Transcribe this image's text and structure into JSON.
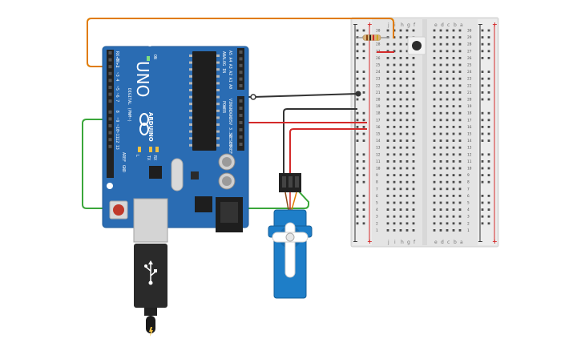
{
  "board": {
    "brand": "ARDUINO",
    "model": "UNO",
    "on_label": "ON",
    "digital_header_label": "DIGITAL (PWM~)",
    "analog_header_label": "ANALOG IN",
    "power_header_label": "POWER",
    "aref_label": "AREF",
    "gnd_label": "GND",
    "tx_label": "TX",
    "rx_label": "RX",
    "l_label": "L",
    "digital_pins": [
      "RX◂0",
      "TX▸1",
      "2",
      "~3",
      "4",
      "~5",
      "~6",
      "7",
      "8",
      "~9",
      "~10",
      "~11",
      "12",
      "13"
    ],
    "analog_pins": [
      "A5",
      "A4",
      "A3",
      "A2",
      "A1",
      "A0"
    ],
    "power_pins": [
      "VIN",
      "GND",
      "GND",
      "5V",
      "3.3V",
      "RESET",
      "IOREF"
    ]
  },
  "breadboard": {
    "column_letters_left": [
      "j",
      "i",
      "h",
      "g",
      "f"
    ],
    "column_letters_right": [
      "e",
      "d",
      "c",
      "b",
      "a"
    ],
    "row_numbers": [
      30,
      29,
      28,
      27,
      26,
      25,
      24,
      23,
      22,
      21,
      20,
      19,
      18,
      17,
      16,
      15,
      14,
      13,
      12,
      11,
      10,
      9,
      8,
      7,
      6,
      5,
      4,
      3,
      2,
      1
    ],
    "rail_minus": "−",
    "rail_plus": "+"
  },
  "wire_colors": {
    "orange": "#e07b00",
    "green": "#3aa63a",
    "black": "#333333",
    "red": "#d42a2a"
  },
  "icons": {
    "usb": "usb-icon",
    "lightning": "lightning-icon"
  }
}
